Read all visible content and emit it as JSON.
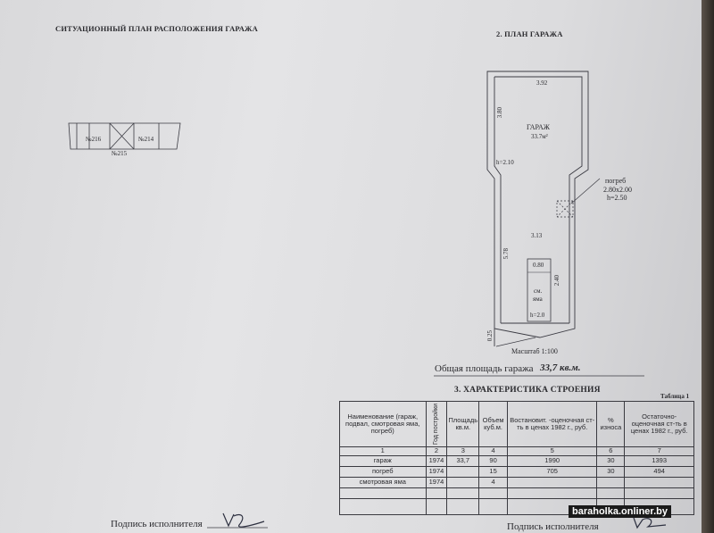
{
  "header": {
    "left_title": "СИТУАЦИОННЫЙ ПЛАН РАСПОЛОЖЕНИЯ ГАРАЖА",
    "right_title": "2. ПЛАН ГАРАЖА"
  },
  "situation_plan": {
    "left_label": "№216",
    "right_label": "№214",
    "bottom_label": "№215"
  },
  "floor_plan": {
    "top_width": "3.92",
    "top_length": "3.80",
    "room_name": "ГАРАЖ",
    "room_area": "33.7м²",
    "height_upper": "h=2.10",
    "cellar_label": "погреб",
    "cellar_dims": "2.80х2.00",
    "cellar_height": "h=2.50",
    "lower_width": "3.13",
    "lower_length": "5.78",
    "pit_width": "0.80",
    "pit_length": "2.40",
    "pit_name_1": "см.",
    "pit_name_2": "яма",
    "pit_height": "h=2.0",
    "wall": "0.25",
    "scale": "Масштаб 1:100"
  },
  "total_area": {
    "label": "Общая площадь гаража",
    "value": "33,7 кв.м."
  },
  "characteristics": {
    "title": "3. ХАРАКТЕРИСТИКА СТРОЕНИЯ",
    "table_label": "Таблица 1",
    "headers": [
      "Наименование (гараж, подвал, смотровая яма, погреб)",
      "Год постройки",
      "Площадь кв.м.",
      "Объем куб.м.",
      "Востановит. -оценочная ст-ть в ценах 1982 г., руб.",
      "% износа",
      "Остаточно-оценочная ст-ть в ценах 1982 г., руб."
    ],
    "numbers": [
      "1",
      "2",
      "3",
      "4",
      "5",
      "6",
      "7"
    ],
    "rows": [
      [
        "гараж",
        "1974",
        "33,7",
        "90",
        "1990",
        "30",
        "1393"
      ],
      [
        "погреб",
        "1974",
        "",
        "15",
        "705",
        "30",
        "494"
      ],
      [
        "смотровая яма",
        "1974",
        "",
        "4",
        "",
        "",
        ""
      ]
    ]
  },
  "signatures": {
    "left": "Подпись исполнителя",
    "right": "Подпись исполнителя"
  },
  "watermark": "baraholka.onliner.by"
}
